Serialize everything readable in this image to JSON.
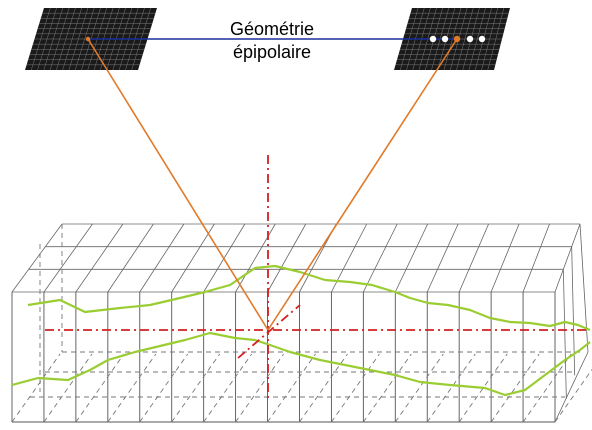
{
  "caption": {
    "line1": "Géométrie",
    "line2": "épipolaire"
  },
  "colors": {
    "image_fill": "#1a1a1a",
    "image_grid": "#7a7a7a",
    "epipolar_line": "#1b2f9a",
    "rays": "#e07a2a",
    "axis_dashdot": "#d42020",
    "surface_curves": "#9acd32",
    "grid_lines": "#555555",
    "ground_dashes": "#8a6a4a",
    "match_dots": "#ffffff"
  },
  "left_image": {
    "name": "left-image",
    "candidate_points": 1
  },
  "right_image": {
    "name": "right-image",
    "candidate_points": 5
  }
}
